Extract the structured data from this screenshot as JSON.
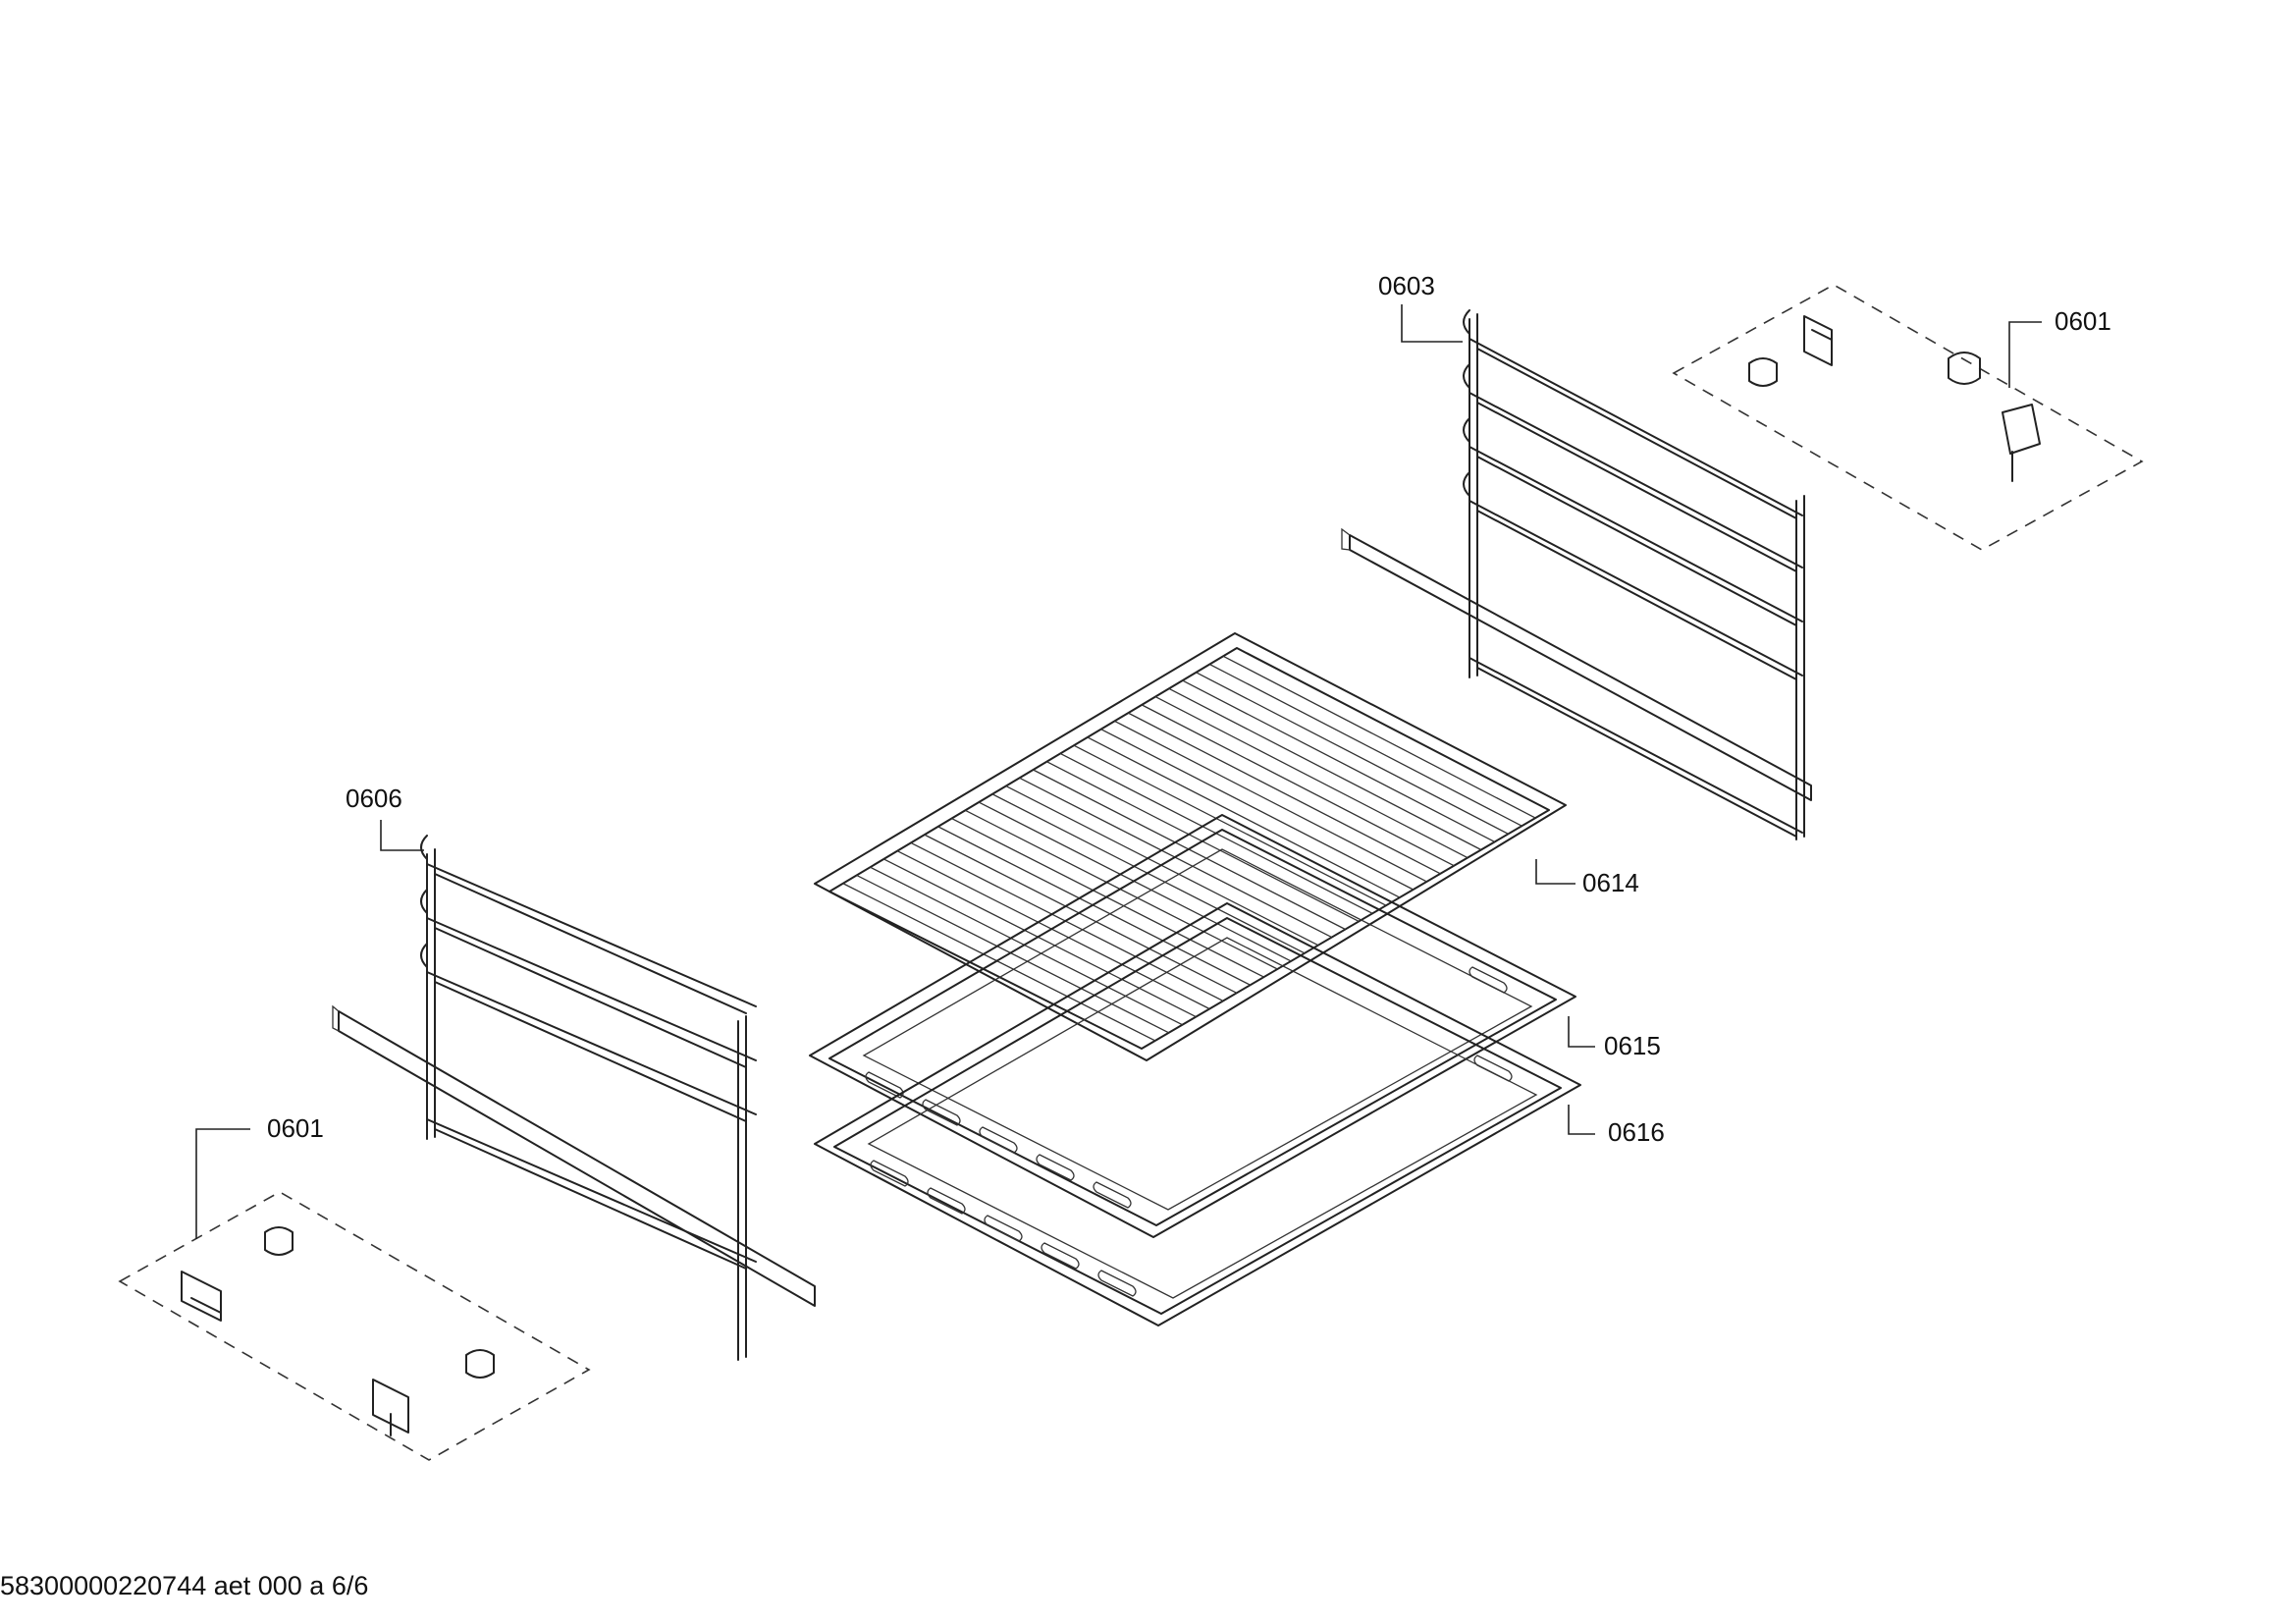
{
  "callouts": {
    "c0603": "0603",
    "c0601_right": "0601",
    "c0606": "0606",
    "c0614": "0614",
    "c0615": "0615",
    "c0616": "0616",
    "c0601_left": "0601"
  },
  "footer": {
    "doc_id": "58300000220744 aet 000 a 6/6"
  },
  "colors": {
    "line": "#222222",
    "background": "#ffffff"
  }
}
